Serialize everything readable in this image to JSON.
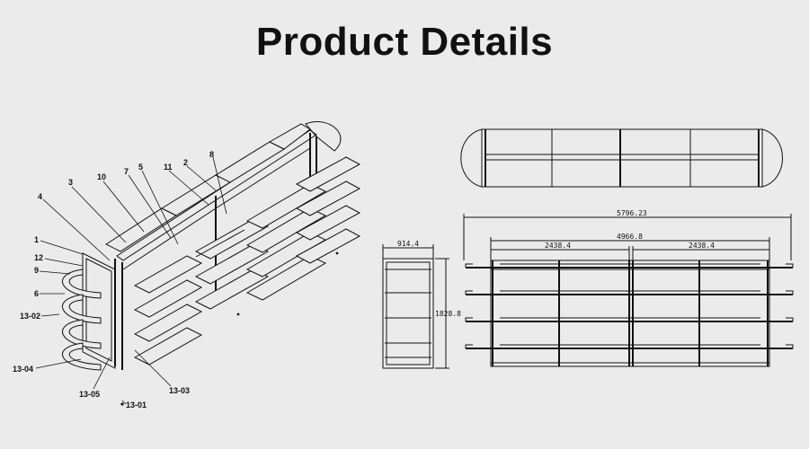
{
  "title": "Product Details",
  "callouts": {
    "c1": "1",
    "c2": "2",
    "c3": "3",
    "c4": "4",
    "c5": "5",
    "c6": "6",
    "c7": "7",
    "c8": "8",
    "c9": "9",
    "c10": "10",
    "c11": "11",
    "c12": "12",
    "c13_01": "13-01",
    "c13_02": "13-02",
    "c13_03": "13-03",
    "c13_04": "13-04",
    "c13_05": "13-05"
  },
  "dimensions": {
    "side_width": "914.4",
    "side_height": "1828.8",
    "overall_length": "5796.23",
    "frame_length": "4966.8",
    "bay_left": "2438.4",
    "bay_right": "2438.4"
  }
}
